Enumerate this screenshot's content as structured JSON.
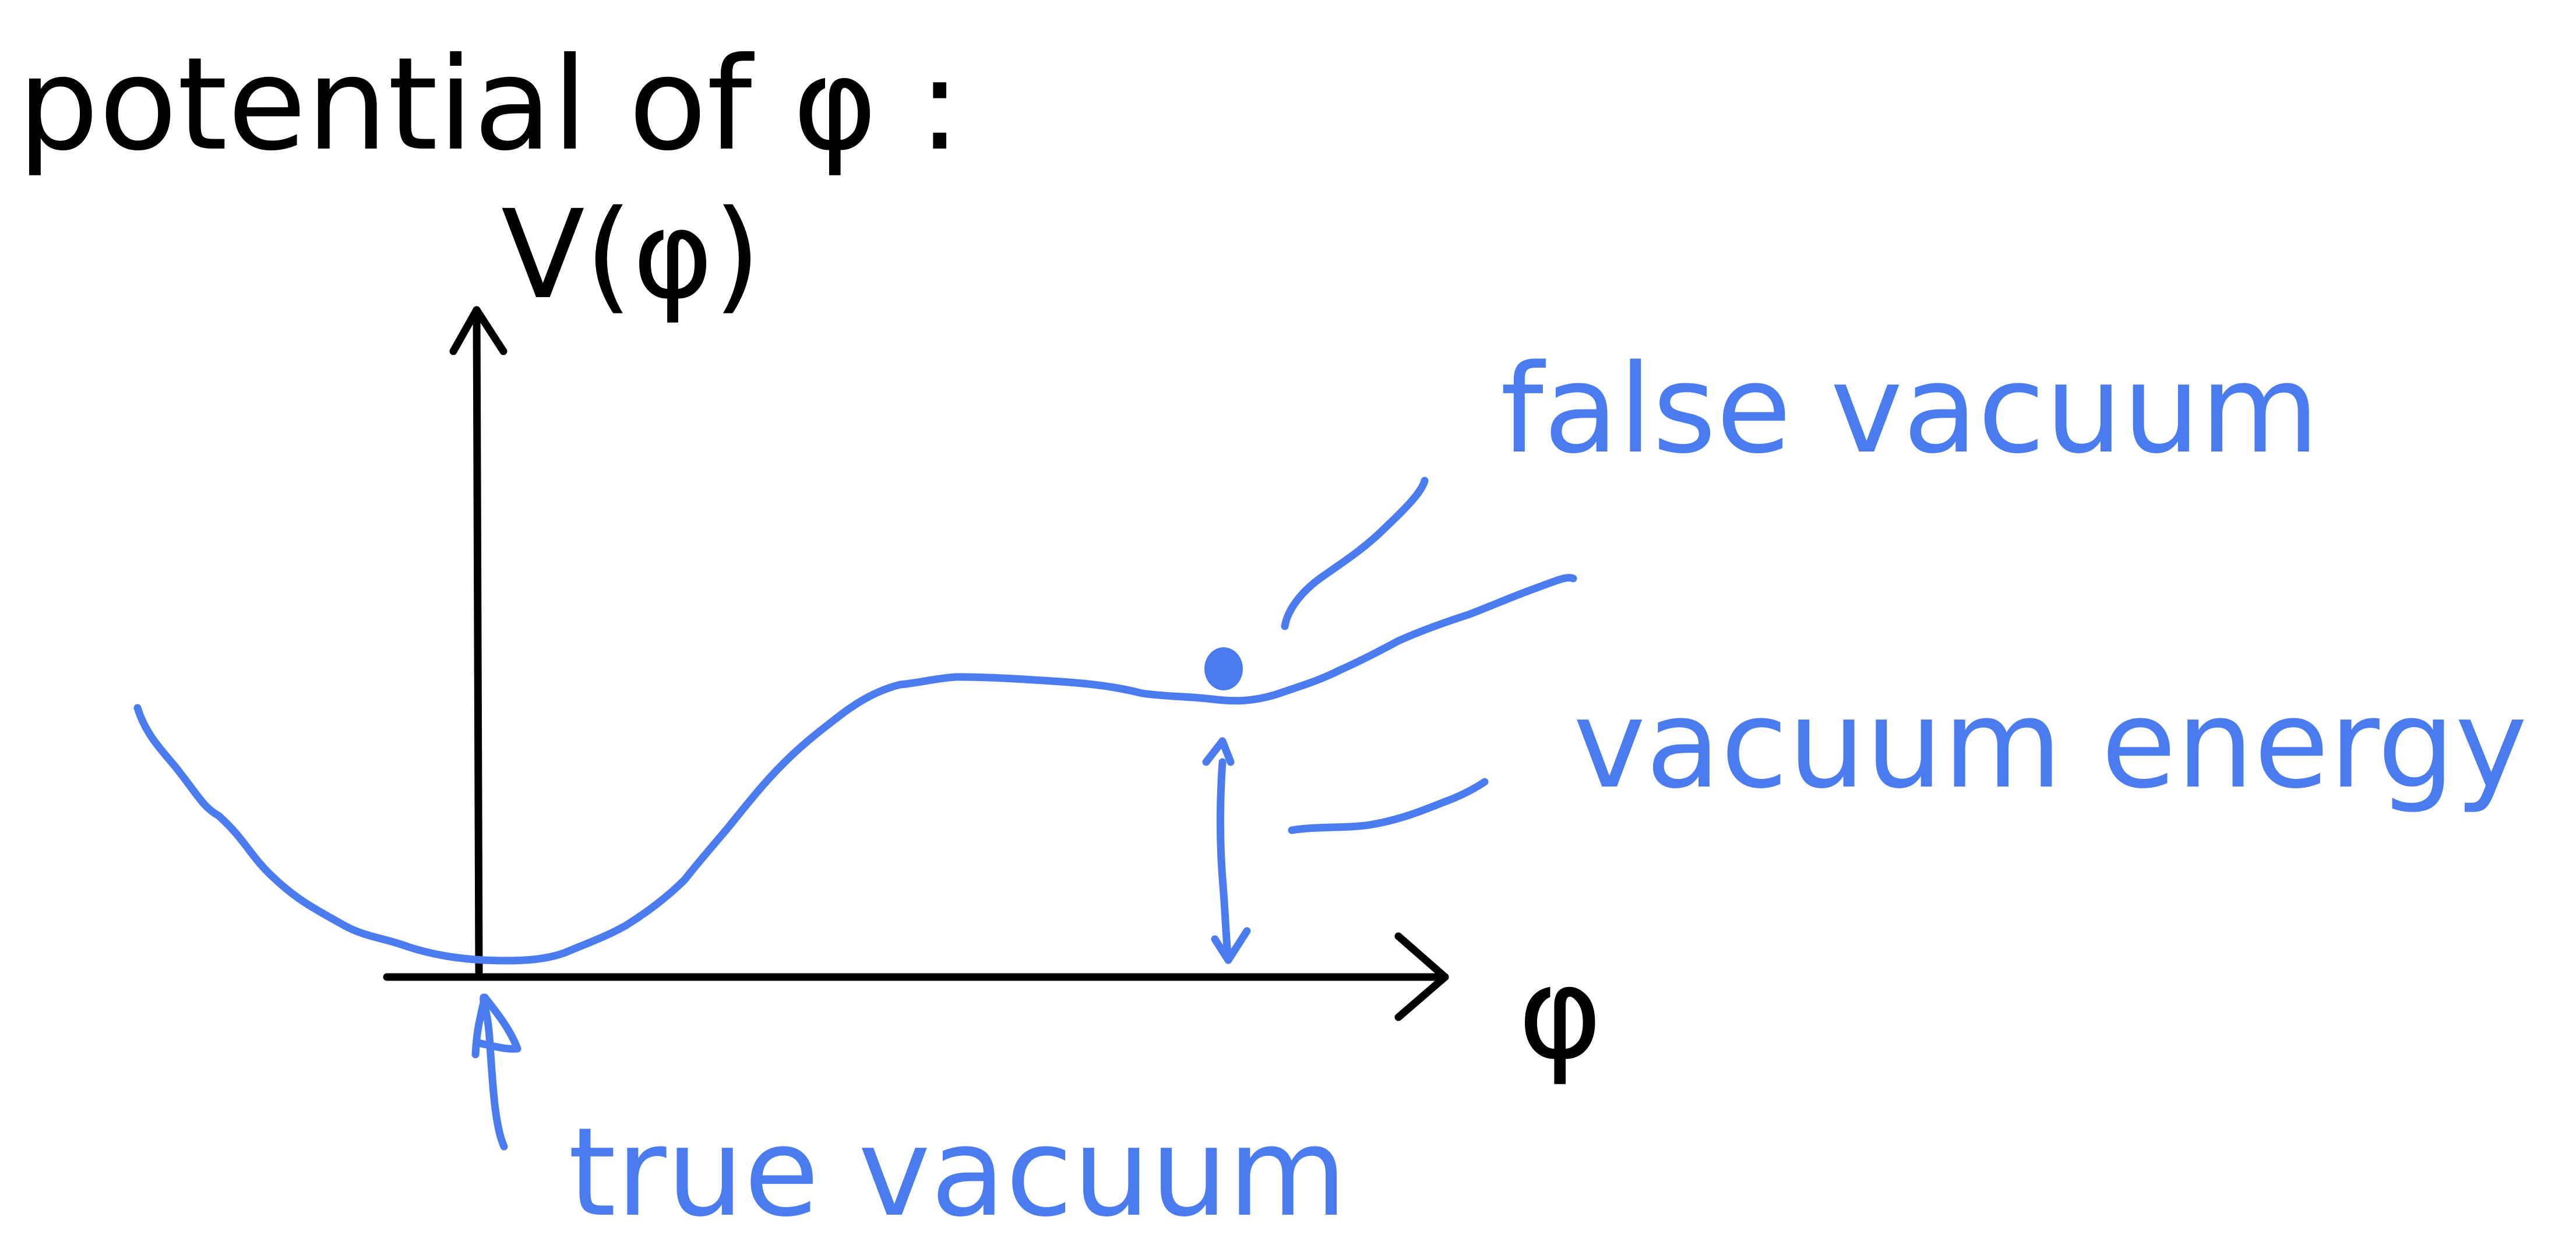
{
  "title": "potential of φ :",
  "y_axis_label": "V(φ)",
  "x_axis_label": "φ",
  "annotations": {
    "false_vacuum": "false vacuum",
    "vacuum_energy": "vacuum energy",
    "true_vacuum": "true vacuum"
  },
  "colors": {
    "ink": "#000000",
    "annotation": "#4a7cf0"
  }
}
